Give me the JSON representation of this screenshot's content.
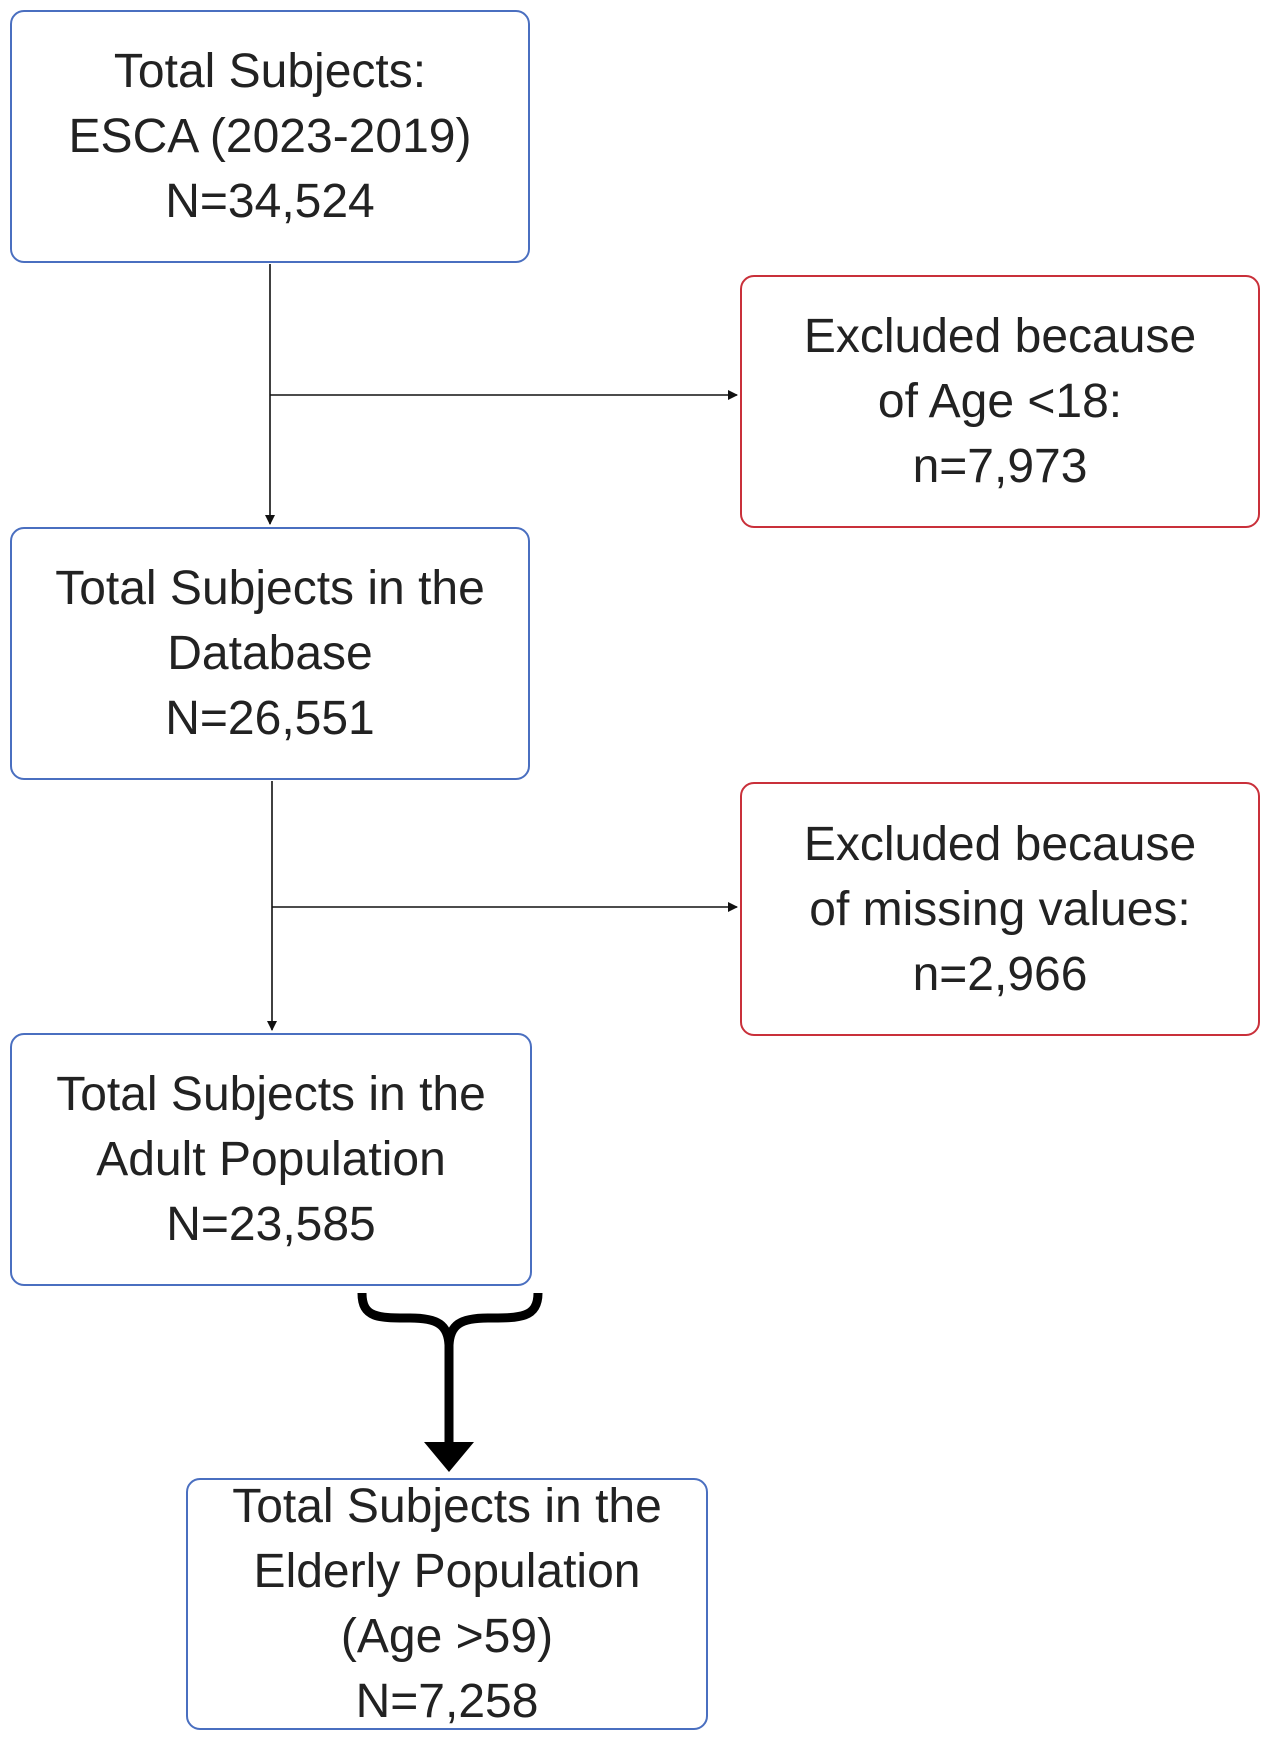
{
  "flow": {
    "total_subjects": {
      "lines": [
        "Total Subjects:",
        "ESCA (2023-2019)",
        "N=34,524"
      ]
    },
    "excluded_age": {
      "lines": [
        "Excluded because",
        "of Age <18:",
        "n=7,973"
      ]
    },
    "database": {
      "lines": [
        "Total Subjects in the",
        "Database",
        "N=26,551"
      ]
    },
    "excluded_missing": {
      "lines": [
        "Excluded because",
        "of missing values:",
        "n=2,966"
      ]
    },
    "adult": {
      "lines": [
        "Total Subjects in the",
        "Adult Population",
        "N=23,585"
      ]
    },
    "elderly": {
      "lines": [
        "Total Subjects in the",
        "Elderly Population",
        "(Age >59)",
        "N=7,258"
      ]
    }
  },
  "colors": {
    "main_border": "#4a6fc0",
    "excluded_border": "#c9303a",
    "connector": "#111111"
  }
}
